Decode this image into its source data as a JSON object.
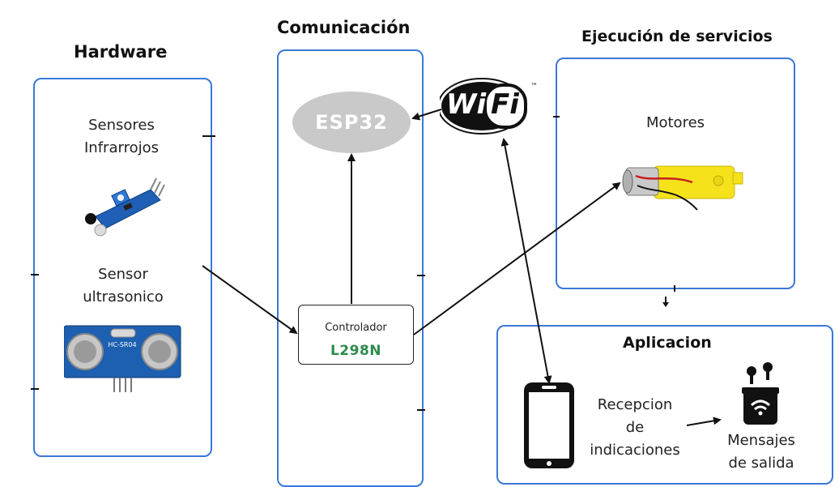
{
  "hardware": {
    "title": "Hardware",
    "sensor_ir": "Sensores\nInfrarrojos",
    "sensor_us": "Sensor\nultrasonico",
    "us_module_text": "HC-SR04"
  },
  "comunicacion": {
    "title": "Comunicación",
    "esp_label": "ESP32",
    "controller_label": "Controlador",
    "controller_model": "L298N"
  },
  "wifi": {
    "logo_text_wi": "Wi",
    "logo_text_fi": "Fi",
    "trademark": "™"
  },
  "ejecucion": {
    "title": "Ejecución de servicios",
    "motores": "Motores"
  },
  "aplicacion": {
    "title": "Aplicacion",
    "recepcion": "Recepcion\nde\nindicaciones",
    "mensajes": "Mensajes\nde salida"
  },
  "colors": {
    "panel_border": "#3a78d8",
    "esp_fill": "#c9c9c9",
    "controller_model": "#2d8a4d",
    "sensor_board": "#1f5fb5",
    "motor_yellow": "#f5e21a"
  },
  "icons": [
    "infrared-sensor-image",
    "ultrasonic-sensor-image",
    "wifi-logo",
    "motor-image",
    "smartphone-icon",
    "earbuds-wifi-icon"
  ]
}
